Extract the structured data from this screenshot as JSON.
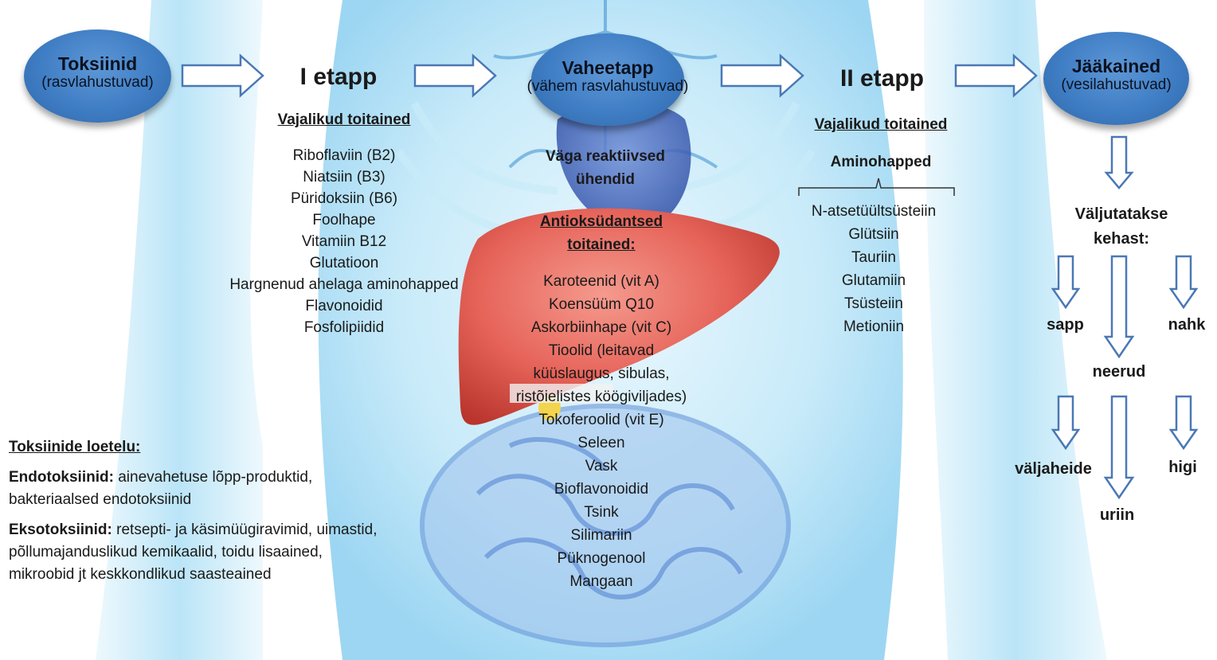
{
  "toxins": {
    "title": "Toksiinid",
    "subtitle": "(rasvlahustuvad)"
  },
  "intermediate": {
    "title": "Vaheetapp",
    "subtitle": "(vähem rasvlahustuvad)"
  },
  "residues": {
    "title": "Jääkained",
    "subtitle": "(vesilahustuvad)"
  },
  "phase1": {
    "title": "I etapp",
    "nutrients_heading": "Vajalikud toitained",
    "nutrients": [
      "Riboflaviin (B2)",
      "Niatsiin (B3)",
      "Püridoksiin (B6)",
      "Foolhape",
      "Vitamiin B12",
      "Glutatioon",
      "Hargnenud ahelaga aminohapped",
      "Flavonoidid",
      "Fosfolipiidid"
    ]
  },
  "reactive": {
    "line1": "Väga reaktiivsed",
    "line2": "ühendid"
  },
  "antioxidants": {
    "heading_line1": "Antioksüdantsed",
    "heading_line2": "toitained:",
    "items": [
      "Karoteenid (vit A)",
      "Koensüüm Q10",
      "Askorbiinhape (vit C)",
      "Tioolid (leitavad",
      "küüslaugus, sibulas,",
      "ristõielistes köögiviljades)",
      "Tokoferoolid (vit E)",
      "Seleen",
      "Vask",
      "Bioflavonoidid",
      "Tsink",
      "Silimariin",
      "Püknogenool",
      "Mangaan"
    ]
  },
  "phase2": {
    "title": "II etapp",
    "nutrients_heading": "Vajalikud toitained",
    "amino_heading": "Aminohapped",
    "amino_acids": [
      "N-atsetüültsüsteiin",
      "Glütsiin",
      "Tauriin",
      "Glutamiin",
      "Tsüsteiin",
      "Metioniin"
    ]
  },
  "excretion": {
    "heading_line1": "Väljutatakse",
    "heading_line2": "kehast:",
    "bile": "sapp",
    "skin": "nahk",
    "kidneys": "neerud",
    "feces": "väljaheide",
    "sweat": "higi",
    "urine": "uriin"
  },
  "toxin_list": {
    "heading": "Toksiinide loetelu:",
    "endo_label": "Endotoksiinid:",
    "endo_text_line1": "ainevahetuse lõpp-produktid,",
    "endo_text_line2": "bakteriaalsed endotoksiinid",
    "exo_label": "Eksotoksiinid:",
    "exo_text_line1": "retsepti- ja käsimüügiravimid, uimastid,",
    "exo_text_line2": "põllumajanduslikud kemikaalid, toidu lisaained,",
    "exo_text_line3": "mikroobid jt keskkondlikud saasteained"
  },
  "colors": {
    "ellipse_blue": "#3f7dc4",
    "arrow_outline": "#4a78b5",
    "liver_red": "#e3564c",
    "body_glow": "#9fd8f2"
  }
}
